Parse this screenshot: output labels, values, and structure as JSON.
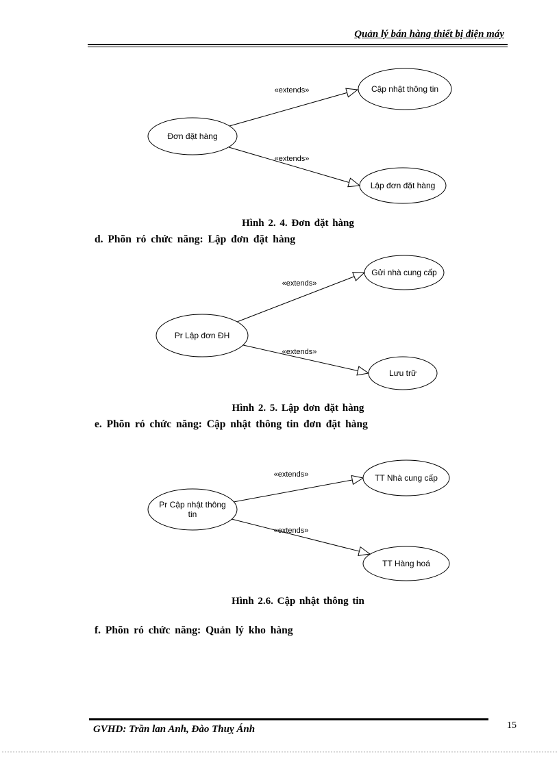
{
  "header": {
    "title": "Quản lý bán hàng thiết bị điện máy"
  },
  "diagrams": [
    {
      "source": "Đơn đặt hàng",
      "extends_top": "«extends»",
      "extends_bottom": "«extends»",
      "target_top": "Cập nhật thông tin",
      "target_bottom": "Lập đơn đặt hàng",
      "caption": "Hình 2. 4. Đơn đặt hàng"
    },
    {
      "source": "Pr Lập đơn ĐH",
      "extends_top": "«extends»",
      "extends_bottom": "«extends»",
      "target_top": "Gửi nhà cung cấp",
      "target_bottom": "Lưu trữ",
      "caption": "Hình 2. 5. Lập đơn đặt hàng"
    },
    {
      "source_line1": "Pr Cập nhật thông",
      "source_line2": "tin",
      "extends_top": "«extends»",
      "extends_bottom": "«extends»",
      "target_top": "TT Nhà cung cấp",
      "target_bottom": "TT Hàng hoá",
      "caption": "Hình 2.6. Cập nhật thông tin"
    }
  ],
  "paragraphs": {
    "d": "d. Phõn ró chức năng: Lập đơn đặt hàng",
    "e": "e. Phõn ró chức năng: Cập nhật thông tin đơn đặt hàng",
    "f": "f. Phõn ró chức năng: Quản lý kho hàng"
  },
  "footer": {
    "gvhd": "GVHD: Trần lan Anh, Đào Thuỵ Ánh",
    "page_number": "15"
  }
}
